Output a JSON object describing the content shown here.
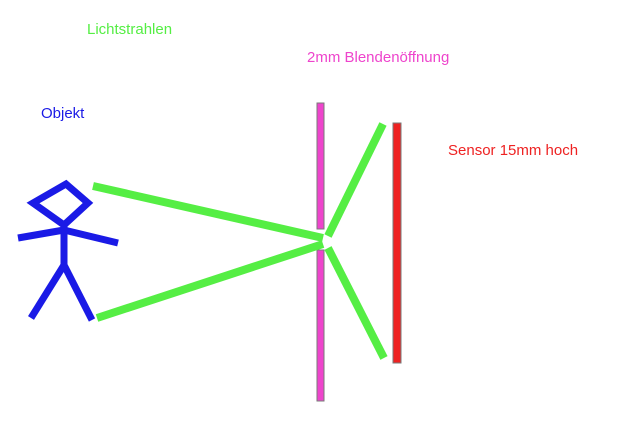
{
  "labels": {
    "light_rays": "Lichtstrahlen",
    "aperture": "2mm Blendenöffnung",
    "object": "Objekt",
    "sensor": "Sensor 15mm hoch"
  },
  "colors": {
    "object": "#1a1ae6",
    "light_rays": "#55ee44",
    "aperture": "#ee44cc",
    "sensor": "#ee2222",
    "outline": "#7a7a7a"
  }
}
